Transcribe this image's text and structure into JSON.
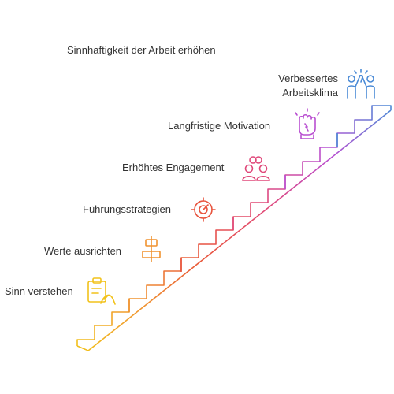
{
  "title": "Sinnhaftigkeit der Arbeit erhöhen",
  "steps": [
    {
      "label": "Sinn verstehen",
      "icon": "clipboard-hand-icon",
      "color": "#f2c21b"
    },
    {
      "label": "Werte ausrichten",
      "icon": "alignment-icon",
      "color": "#f0922f"
    },
    {
      "label": "Führungsstrategien",
      "icon": "target-gauge-icon",
      "color": "#e8543e"
    },
    {
      "label": "Erhöhtes Engagement",
      "icon": "people-link-icon",
      "color": "#e0487a"
    },
    {
      "label": "Langfristige Motivation",
      "icon": "fist-power-icon",
      "color": "#b94fd1"
    },
    {
      "label": "Verbessertes Arbeitsklima",
      "icon": "high-five-icon",
      "color": "#4a8ad6"
    }
  ]
}
